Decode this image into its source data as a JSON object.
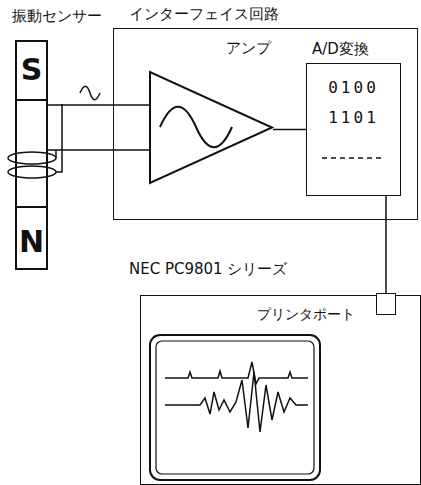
{
  "diagram": {
    "nodes": [
      {
        "text": [
          "振動センサー",
          "S",
          "N"
        ]
      },
      {
        "text": [
          "インターフェイス回路"
        ]
      },
      {
        "text": [
          "アンプ"
        ],
        "in": 1
      },
      {
        "text": [
          "A/D変換",
          "0100",
          "1101"
        ],
        "in": 1
      },
      {
        "text": [
          "NEC PC9801 シリーズ"
        ]
      },
      {
        "text": [
          "プリンタポート"
        ],
        "in": 4
      }
    ],
    "edges": [
      {
        "from": 0,
        "to": 2,
        "arrow": "none"
      },
      {
        "from": 2,
        "to": 3,
        "arrow": "none"
      },
      {
        "from": 3,
        "to": 5,
        "arrow": "none"
      }
    ]
  }
}
